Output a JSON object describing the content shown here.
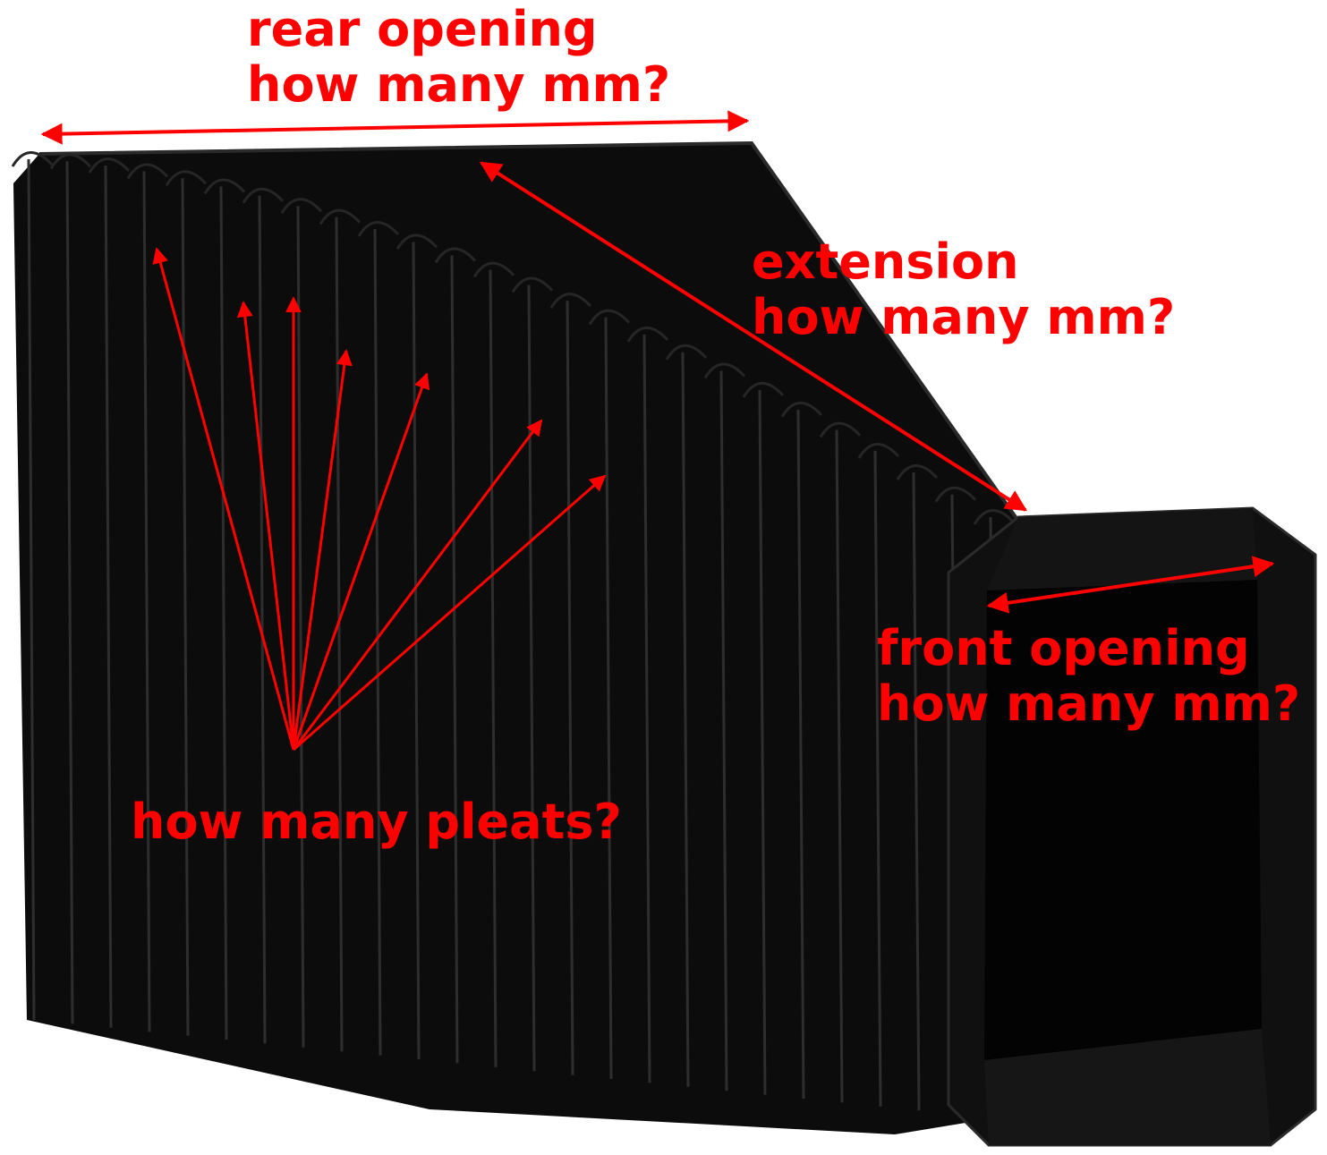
{
  "annotation_color": "#ff0000",
  "bellows_color": "#0c0c0c",
  "labels": {
    "rear_line1": "rear opening",
    "rear_line2": "how many mm?",
    "extension_line1": "extension",
    "extension_line2": "how many mm?",
    "front_line1": "front opening",
    "front_line2": "how many mm?",
    "pleats": "how many pleats?"
  }
}
